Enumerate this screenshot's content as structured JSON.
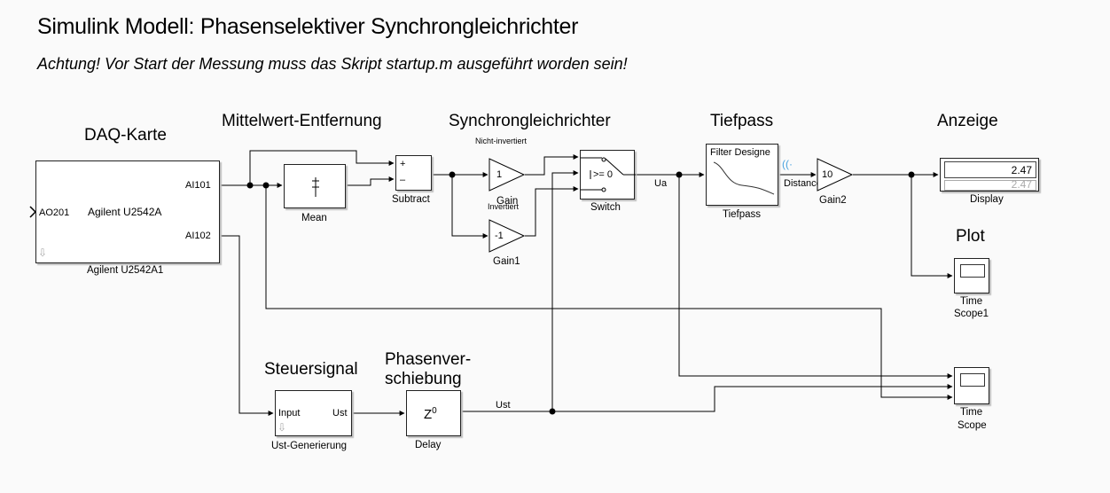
{
  "title": "Simulink Modell: Phasenselektiver Synchrongleichrichter",
  "subtitle": "Achtung! Vor Start der Messung muss das Skript startup.m ausgeführt worden sein!",
  "sections": {
    "daq": "DAQ-Karte",
    "mean_removal": "Mittelwert-Entfernung",
    "sync_rectifier": "Synchrongleichrichter",
    "lowpass": "Tiefpass",
    "display": "Anzeige",
    "plot": "Plot",
    "control_signal": "Steuersignal",
    "phase_shift_line1": "Phasenver-",
    "phase_shift_line2": "schiebung"
  },
  "blocks": {
    "daq": {
      "inner_label": "Agilent U2542A",
      "in_port": "AO201",
      "out_port1": "AI101",
      "out_port2": "AI102",
      "caption": "Agilent U2542A1"
    },
    "mean": {
      "caption": "Mean"
    },
    "subtract": {
      "plus": "+",
      "minus": "–",
      "caption": "Subtract"
    },
    "gain": {
      "value": "1",
      "caption": "Gain"
    },
    "gain1": {
      "value": "-1",
      "caption": "Gain1"
    },
    "switch": {
      "threshold": ">= 0",
      "caption": "Switch"
    },
    "filter": {
      "inner_label": "Filter Designe",
      "caption": "Tiefpass"
    },
    "gain2": {
      "value": "10",
      "caption": "Gain2"
    },
    "display": {
      "value": "2.47",
      "value_ghost": "2.47",
      "caption": "Display"
    },
    "scope1": {
      "caption_line1": "Time",
      "caption_line2": "Scope1"
    },
    "scope": {
      "caption_line1": "Time",
      "caption_line2": "Scope"
    },
    "ust_gen": {
      "in_port": "Input",
      "out_port": "Ust",
      "caption": "Ust-Generierung"
    },
    "delay": {
      "symbol": "Z",
      "exponent": "0",
      "caption": "Delay"
    }
  },
  "signals": {
    "ua": "Ua",
    "ust": "Ust",
    "distance": "Distance"
  },
  "annotations": {
    "non_inverted": "Nicht-invertiert",
    "inverted": "Invertiert"
  }
}
